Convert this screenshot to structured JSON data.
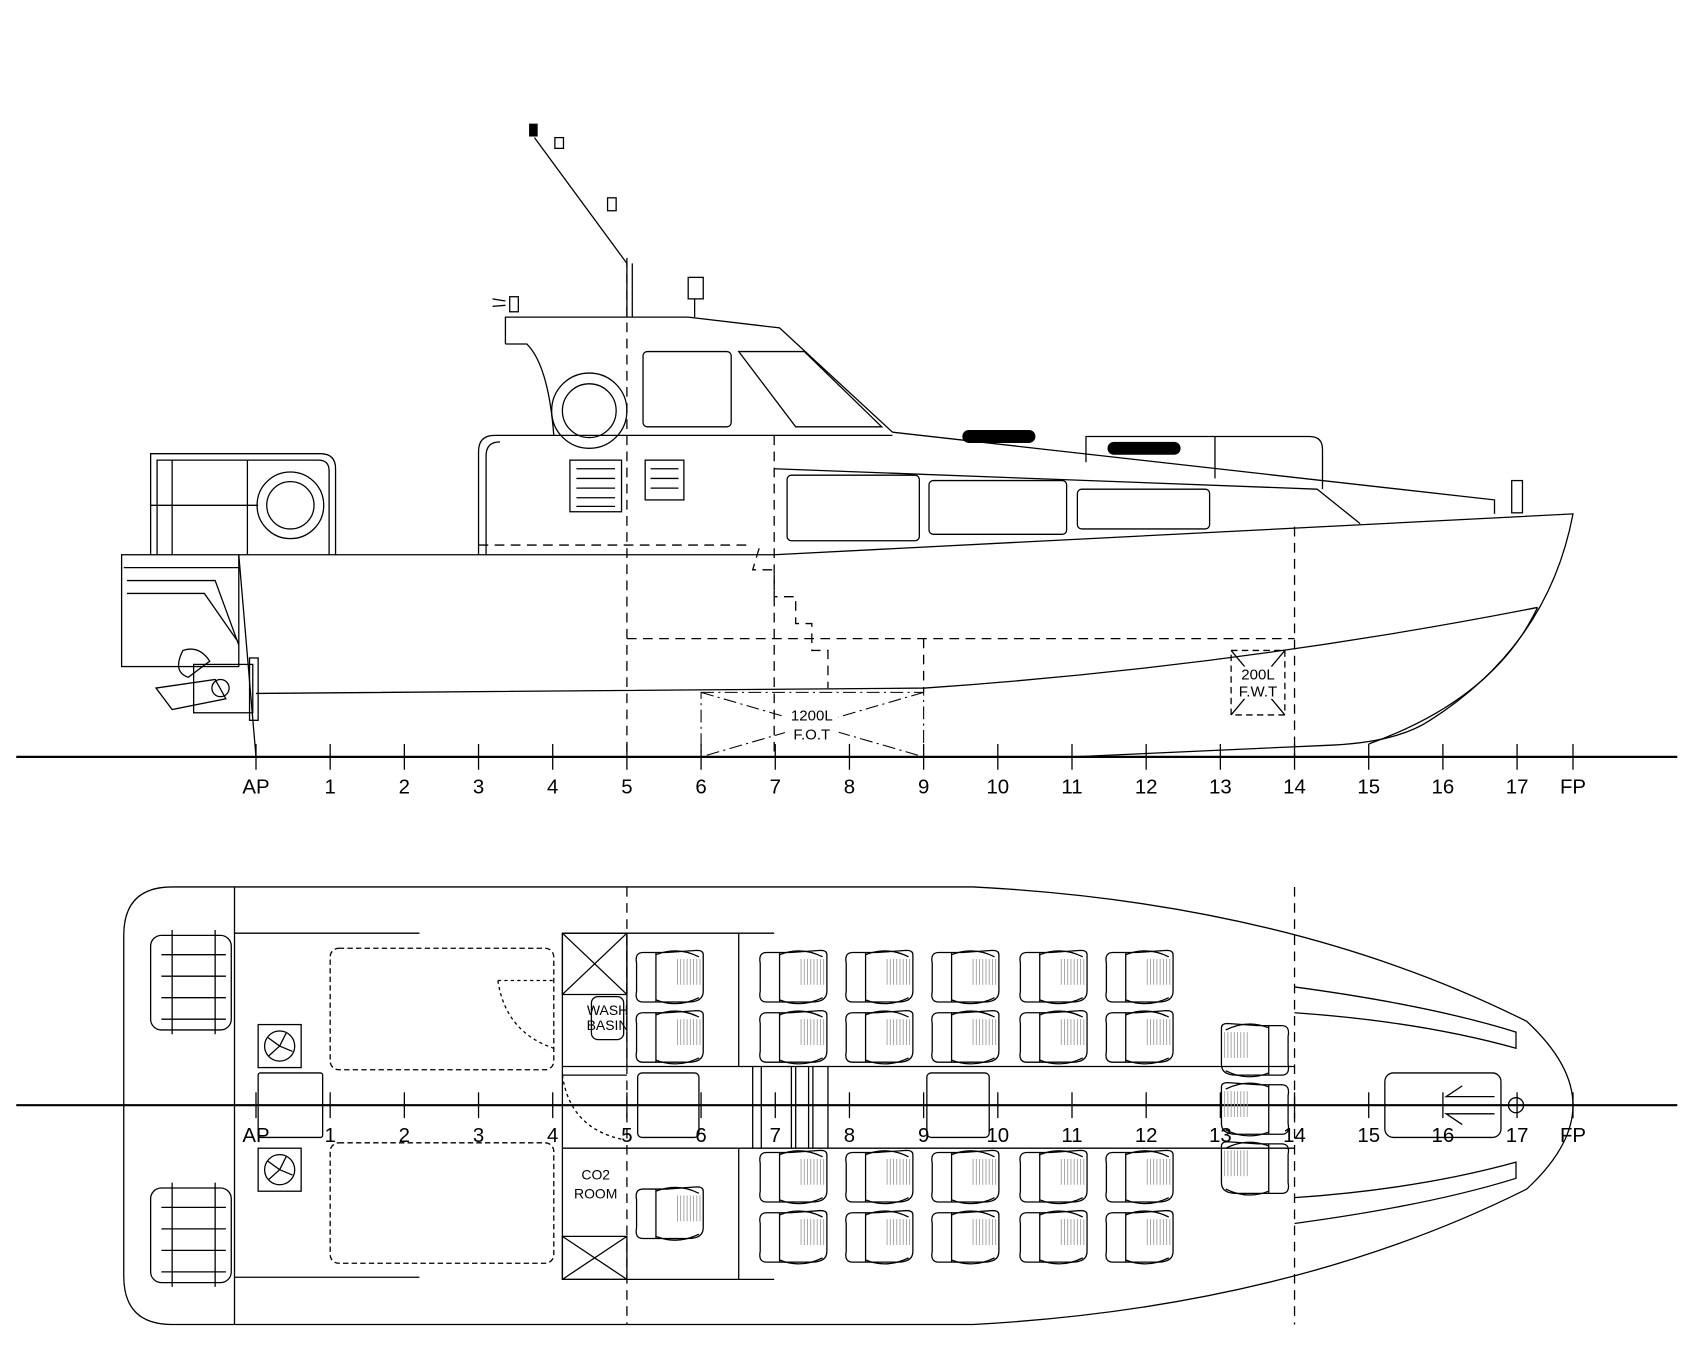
{
  "stations": [
    "AP",
    "1",
    "2",
    "3",
    "4",
    "5",
    "6",
    "7",
    "8",
    "9",
    "10",
    "11",
    "12",
    "13",
    "14",
    "15",
    "16",
    "17",
    "FP"
  ],
  "profile": {
    "fuel_tank": {
      "capacity": "1200L",
      "label": "F.O.T"
    },
    "fresh_water_tank": {
      "capacity": "200L",
      "label": "F.W.T"
    }
  },
  "plan": {
    "wash_basin": [
      "WASH",
      "BASIN"
    ],
    "co2_room": [
      "CO2",
      "ROOM"
    ]
  },
  "colors": {
    "line": "#000000",
    "background": "#ffffff"
  }
}
